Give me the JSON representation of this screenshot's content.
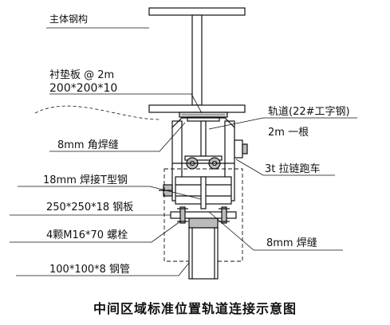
{
  "labels": {
    "main_steel": "主体钢构",
    "pad_plate_line1": "衬垫板 @ 2m",
    "pad_plate_line2": "200*200*10",
    "rail_line1": "轨道(22#工字钢)",
    "rail_line2": "2m 一根",
    "fillet_weld": "8mm 角焊缝",
    "t_steel": "18mm 焊接T型钢",
    "trolley": "3t 拉链跑车",
    "steel_plate": "250*250*18 钢板",
    "bolts": "4颗M16*70 螺栓",
    "weld_8mm": "8mm 焊缝",
    "steel_pipe": "100*100*8 钢管"
  },
  "caption": "中间区域标准位置轨道连接示意图"
}
